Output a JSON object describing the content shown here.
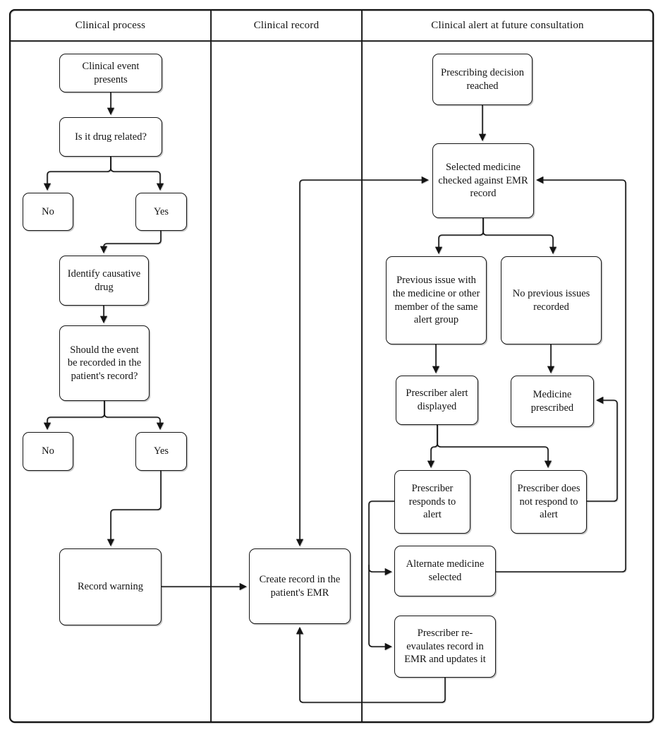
{
  "diagram": {
    "lanes": {
      "process": "Clinical process",
      "record": "Clinical record",
      "alert": "Clinical alert at future consultation"
    },
    "nodes": {
      "clinical_event": "Clinical event presents",
      "is_drug_related": "Is it drug related?",
      "no_drug": "No",
      "yes_drug": "Yes",
      "identify_drug": "Identify causative drug",
      "should_record": "Should the event be recorded in the patient's record?",
      "no_record": "No",
      "yes_record": "Yes",
      "record_warning": "Record warning",
      "create_record": "Create record in the patient's EMR",
      "prescribing_decision": "Prescribing decision reached",
      "selected_medicine": "Selected medicine checked against EMR record",
      "previous_issue": "Previous issue with the medicine or other member of the same alert group",
      "no_previous": "No previous issues recorded",
      "prescriber_alert": "Prescriber alert displayed",
      "medicine_prescribed": "Medicine prescribed",
      "responds": "Prescriber responds to alert",
      "not_respond": "Prescriber does not respond to alert",
      "alternate": "Alternate medicine selected",
      "reevaluates": "Prescriber re-evaulates record in EMR and updates it"
    },
    "colors": {
      "stroke": "#141414",
      "background": "#ffffff"
    }
  }
}
